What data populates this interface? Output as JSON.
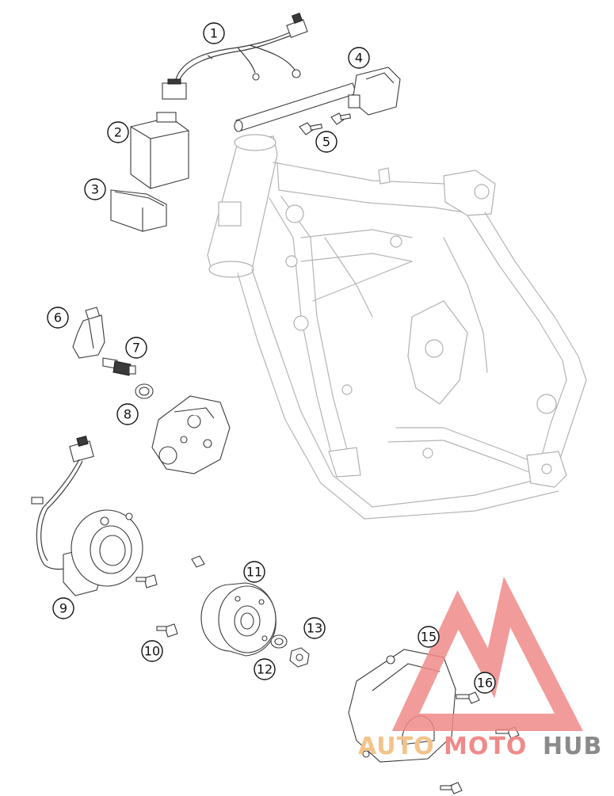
{
  "callouts": [
    {
      "number": "1"
    },
    {
      "number": "2"
    },
    {
      "number": "3"
    },
    {
      "number": "4"
    },
    {
      "number": "5"
    },
    {
      "number": "6"
    },
    {
      "number": "7"
    },
    {
      "number": "8"
    },
    {
      "number": "9"
    },
    {
      "number": "10"
    },
    {
      "number": "11"
    },
    {
      "number": "12"
    },
    {
      "number": "13"
    },
    {
      "number": "15"
    },
    {
      "number": "16"
    }
  ],
  "watermark": {
    "word_auto": "AUTO",
    "word_moto": "MOTO",
    "word_hub": "HUB",
    "colors": {
      "auto": "#f4c38a",
      "moto": "#f08a8a",
      "hub": "#8a8a8a",
      "triangle": "#f08a8a"
    }
  }
}
